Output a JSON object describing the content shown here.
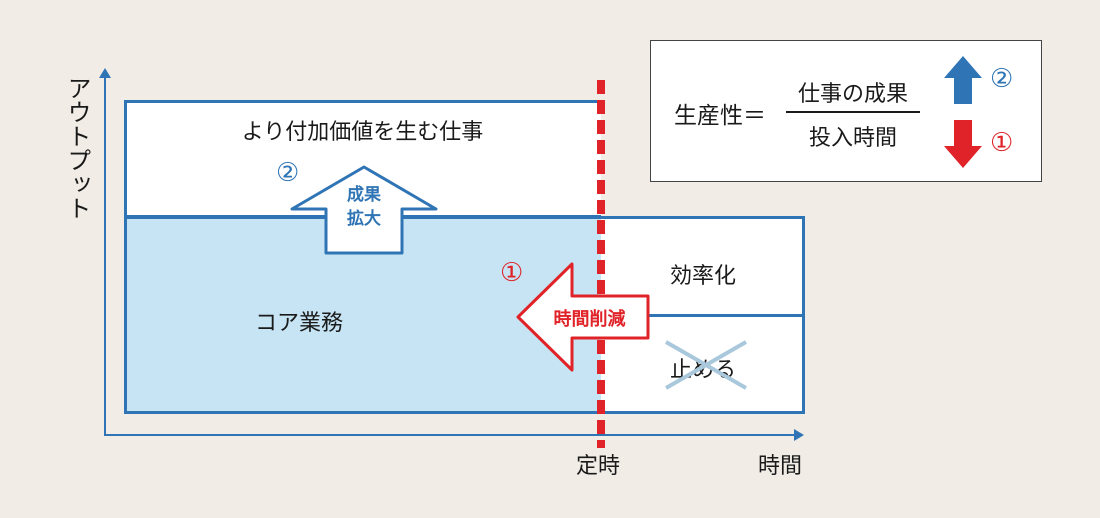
{
  "axes": {
    "y_label": "アウトプット",
    "x_label": "時間",
    "x_marker_label": "定時"
  },
  "boxes": {
    "top_label": "より付加価値を生む仕事",
    "core_label": "コア業務",
    "efficiency_label": "効率化",
    "stop_label": "止める"
  },
  "arrows": {
    "expand_number": "②",
    "expand_label": "成果\n拡大",
    "reduce_number": "①",
    "reduce_label": "時間削減"
  },
  "legend": {
    "label": "生産性＝",
    "numerator": "仕事の成果",
    "denominator": "投入時間",
    "up_number": "②",
    "down_number": "①"
  },
  "colors": {
    "blue": "#2f74b5",
    "red": "#e02328",
    "light_blue_fill": "#c6e4f3",
    "background": "#f1ede6"
  },
  "icons": {
    "up_arrow": "up-arrow-icon",
    "down_arrow": "down-arrow-icon",
    "left_arrow": "left-arrow-icon",
    "cross": "cross-icon"
  }
}
